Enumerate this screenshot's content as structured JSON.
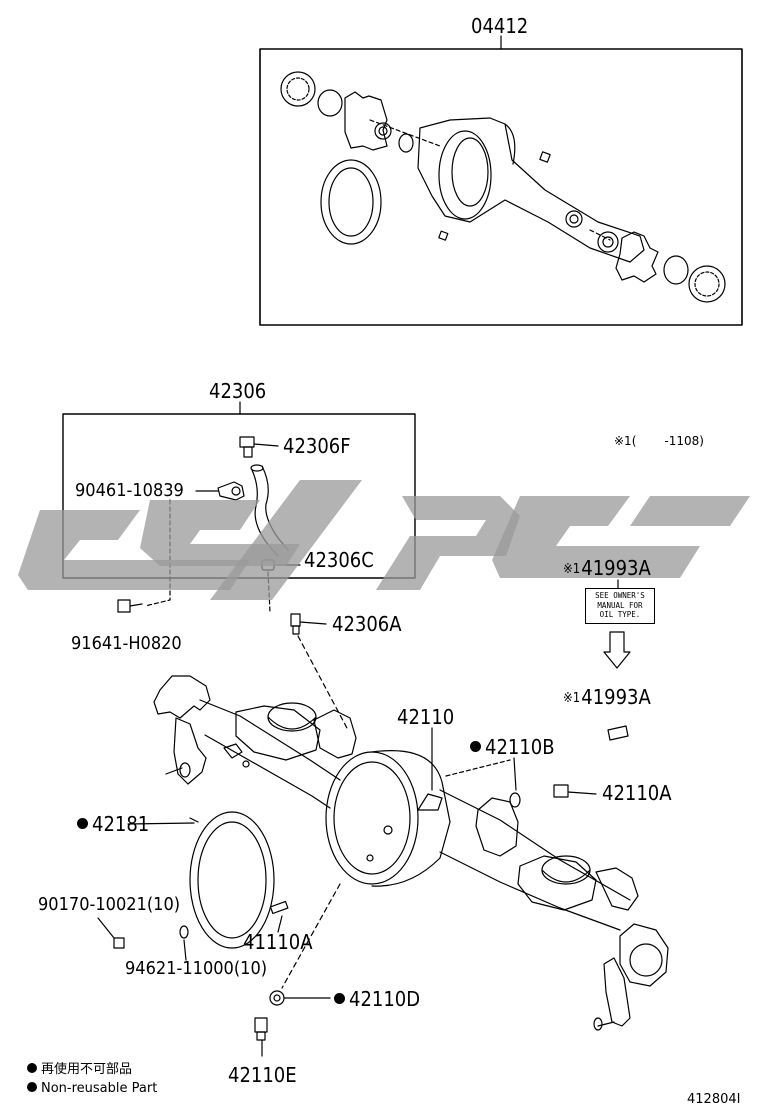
{
  "parts": {
    "kit_top": "04412",
    "vent_assy": "42306",
    "vent_f": "42306F",
    "hose_clip": "90461-10839",
    "vent_c": "42306C",
    "bolt": "91641-H0820",
    "vent_a": "42306A",
    "label_1": "41993A",
    "label_2": "41993A",
    "housing": "42110",
    "gasket_b": "42110B",
    "plug_a": "42110A",
    "gasket_cover": "42181",
    "nut": "90170-10021(10)",
    "stud": "41110A",
    "washer": "94621-11000(10)",
    "gasket_d": "42110D",
    "plug_e": "42110E"
  },
  "note_ref": {
    "mark": "※1",
    "open": "(",
    "range": "-1108)"
  },
  "asterisk_mark": "※1",
  "caution_label": [
    "SEE OWNER'S",
    "MANUAL FOR",
    "OIL TYPE."
  ],
  "legend": {
    "jp": "再使用不可部品",
    "en": "Non-reusable Part"
  },
  "diagram_code": "412804I",
  "watermark_text": "",
  "colors": {
    "line": "#000000",
    "watermark": "#9a9a9a"
  }
}
